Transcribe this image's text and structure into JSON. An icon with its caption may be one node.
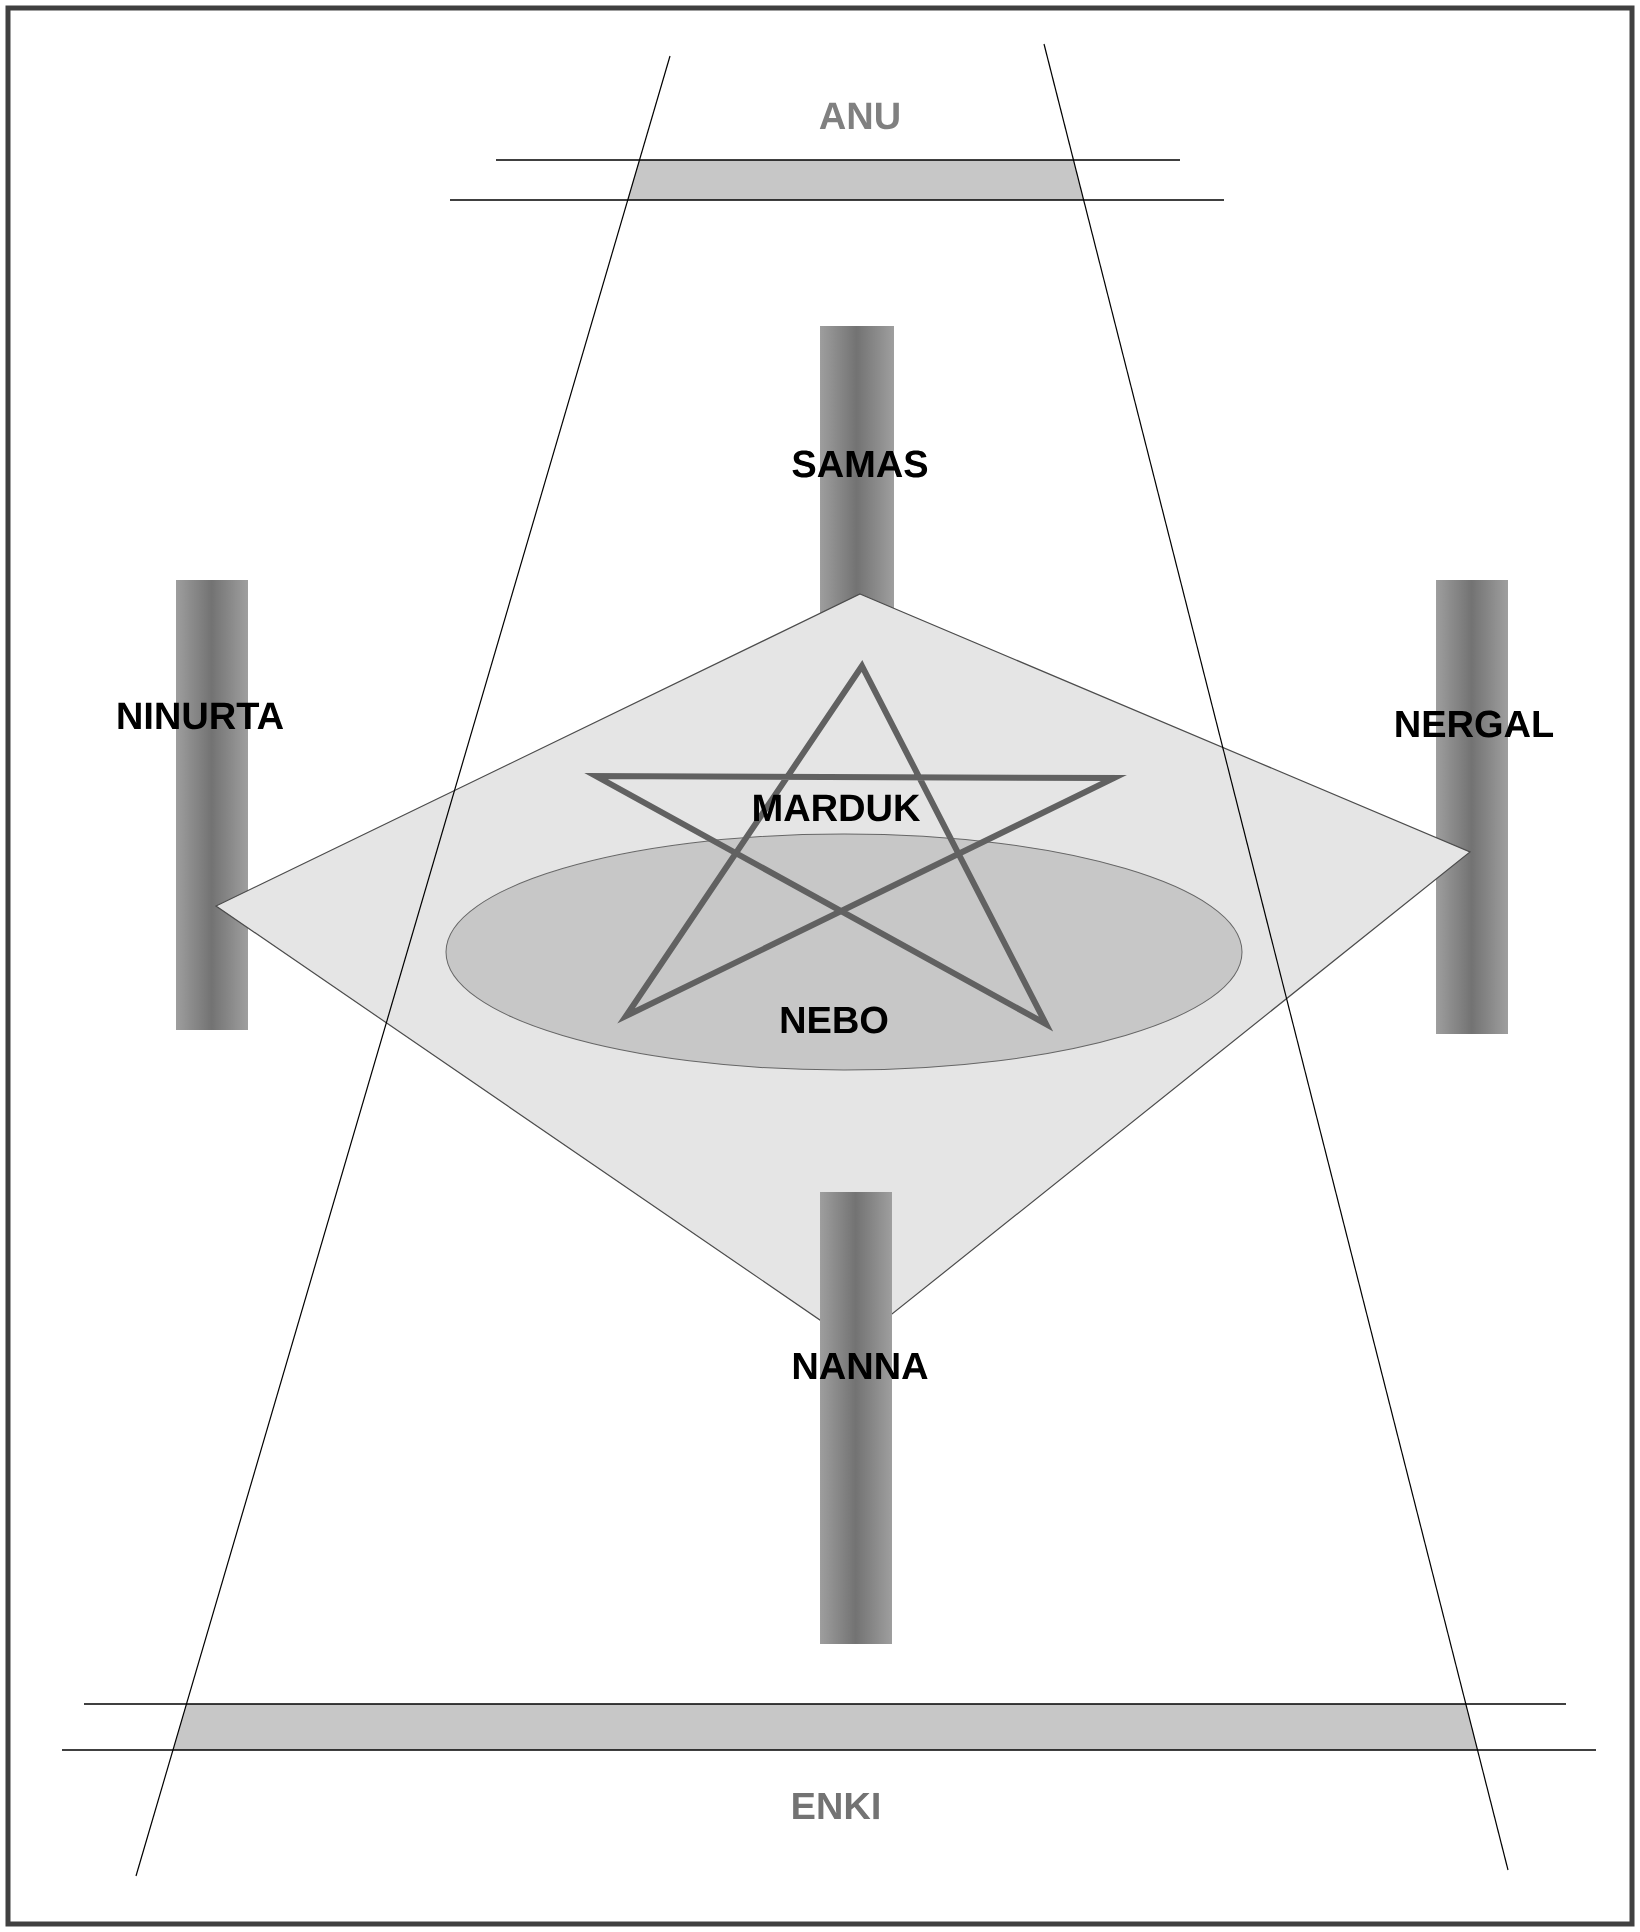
{
  "diagram": {
    "nodes": [
      {
        "text": [
          "ANU"
        ]
      },
      {
        "text": [
          "SAMAS"
        ]
      },
      {
        "text": [
          "NINURTA"
        ]
      },
      {
        "text": [
          "NERGAL"
        ]
      },
      {
        "text": [],
        "shape": "diamond"
      },
      {
        "text": [
          "MARDUK"
        ],
        "in": 4
      },
      {
        "text": [
          "NEBO"
        ],
        "in": 4
      },
      {
        "text": [
          "NANNA"
        ]
      },
      {
        "text": [
          "ENKI"
        ]
      }
    ]
  }
}
